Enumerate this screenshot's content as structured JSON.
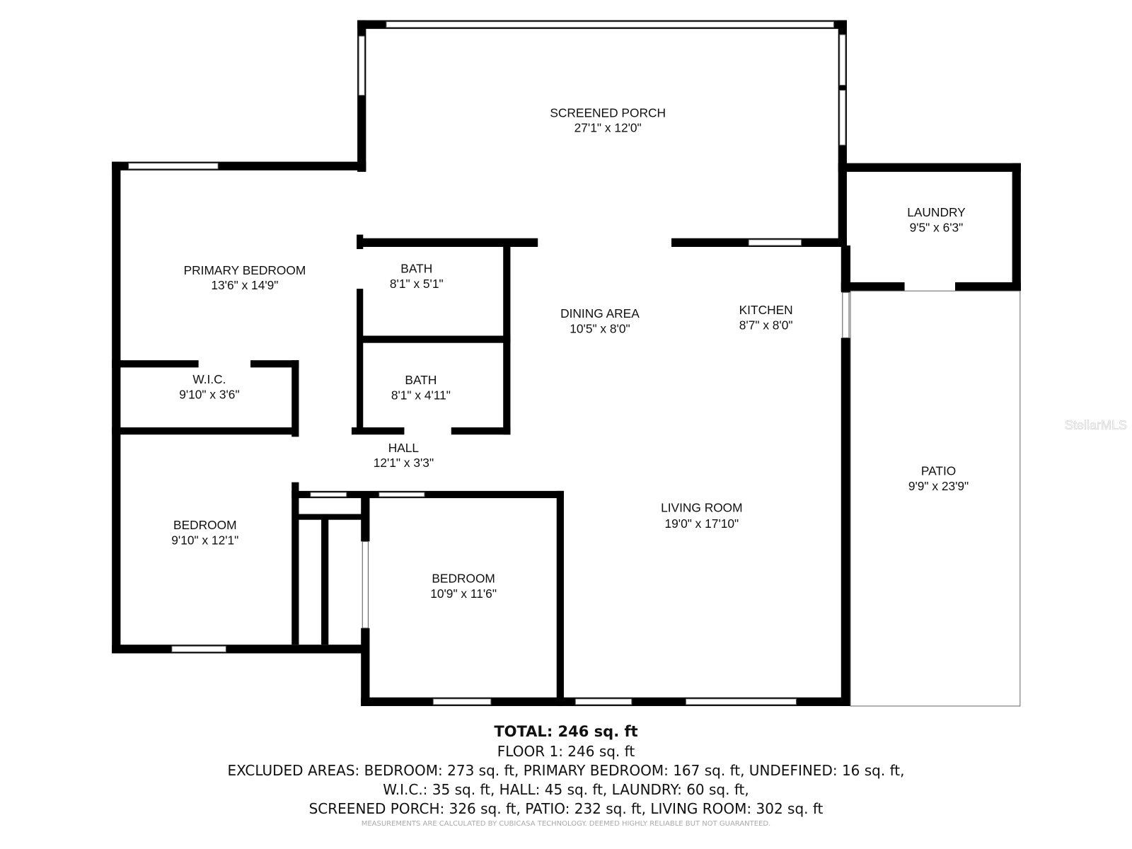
{
  "rooms": [
    {
      "name": "SCREENED PORCH",
      "dims": "27'1\" x 12'0\""
    },
    {
      "name": "LAUNDRY",
      "dims": "9'5\" x 6'3\""
    },
    {
      "name": "PRIMARY BEDROOM",
      "dims": "13'6\" x 14'9\""
    },
    {
      "name": "BATH",
      "dims": "8'1\" x 5'1\""
    },
    {
      "name": "DINING AREA",
      "dims": "10'5\" x 8'0\""
    },
    {
      "name": "KITCHEN",
      "dims": "8'7\" x 8'0\""
    },
    {
      "name": "W.I.C.",
      "dims": "9'10\" x 3'6\""
    },
    {
      "name": "BATH",
      "dims": "8'1\" x 4'11\""
    },
    {
      "name": "HALL",
      "dims": "12'1\" x 3'3\""
    },
    {
      "name": "PATIO",
      "dims": "9'9\" x 23'9\""
    },
    {
      "name": "LIVING ROOM",
      "dims": "19'0\" x 17'10\""
    },
    {
      "name": "BEDROOM",
      "dims": "9'10\" x 12'1\""
    },
    {
      "name": "BEDROOM",
      "dims": "10'9\" x 11'6\""
    }
  ],
  "summary": {
    "total": "TOTAL: 246 sq. ft",
    "floor": "FLOOR 1: 246 sq. ft",
    "excluded_1": "EXCLUDED AREAS: BEDROOM: 273 sq. ft, PRIMARY BEDROOM: 167 sq. ft, UNDEFINED: 16 sq. ft,",
    "excluded_2": "W.I.C.: 35 sq. ft, HALL: 45 sq. ft, LAUNDRY: 60 sq. ft,",
    "excluded_3": "SCREENED PORCH: 326 sq. ft, PATIO: 232 sq. ft, LIVING ROOM: 302 sq. ft",
    "disclaimer": "MEASUREMENTS ARE CALCULATED BY CUBICASA TECHNOLOGY. DEEMED HIGHLY RELIABLE BUT NOT GUARANTEED."
  },
  "watermark": "StellarMLS"
}
